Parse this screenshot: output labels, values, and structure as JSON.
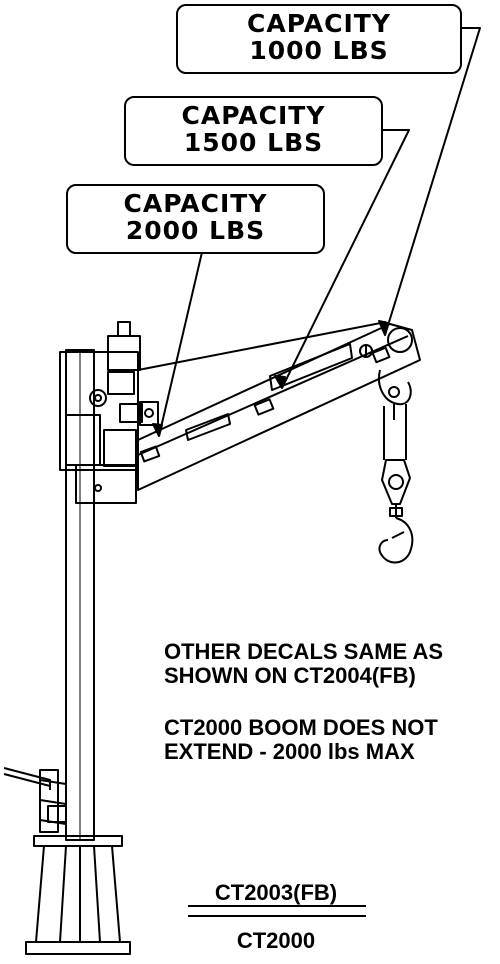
{
  "callouts": [
    {
      "line1": "CAPACITY",
      "line2": "1000 LBS"
    },
    {
      "line1": "CAPACITY",
      "line2": "1500 LBS"
    },
    {
      "line1": "CAPACITY",
      "line2": "2000 LBS"
    }
  ],
  "notes": {
    "decals_line1": "OTHER DECALS SAME AS",
    "decals_line2": "SHOWN ON CT2004(FB)",
    "boom_line1": "CT2000 BOOM DOES NOT",
    "boom_line2": "EXTEND - 2000 lbs MAX"
  },
  "models": {
    "top": "CT2003(FB)",
    "bottom": "CT2000"
  }
}
